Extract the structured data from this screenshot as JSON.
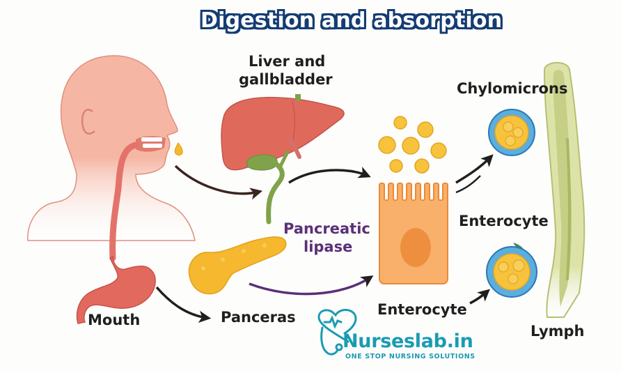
{
  "title": "Digestion and absorption",
  "labels": {
    "liver_line1": "Liver and",
    "liver_line2": "gallbladder",
    "chylomicrons": "Chylomicrons",
    "enterocyte_right": "Enterocyte",
    "pancreatic_line1": "Pancreatic",
    "pancreatic_line2": "lipase",
    "mouth": "Mouth",
    "pancreas": "Panceras",
    "enterocyte_bottom": "Enterocyte",
    "lymph": "Lymph"
  },
  "logo": {
    "name": "Nurseslab.in",
    "tagline": "ONE STOP NURSING SOLUTIONS"
  },
  "colors": {
    "title_fill": "#ffffff",
    "title_outline": "#143c72",
    "skin": "#f6b6a4",
    "organ_red": "#df6a5c",
    "gallbladder_green": "#7fa24a",
    "pancreas_yellow": "#f5b82e",
    "fat_droplet": "#f7c23c",
    "enterocyte_orange": "#f8b06a",
    "chylomicron_blue": "#5aaee0",
    "lymph_green": "#d9dfa6",
    "pancreatic_lipase_text": "#5b2f78",
    "logo_teal": "#1a9bb3"
  }
}
